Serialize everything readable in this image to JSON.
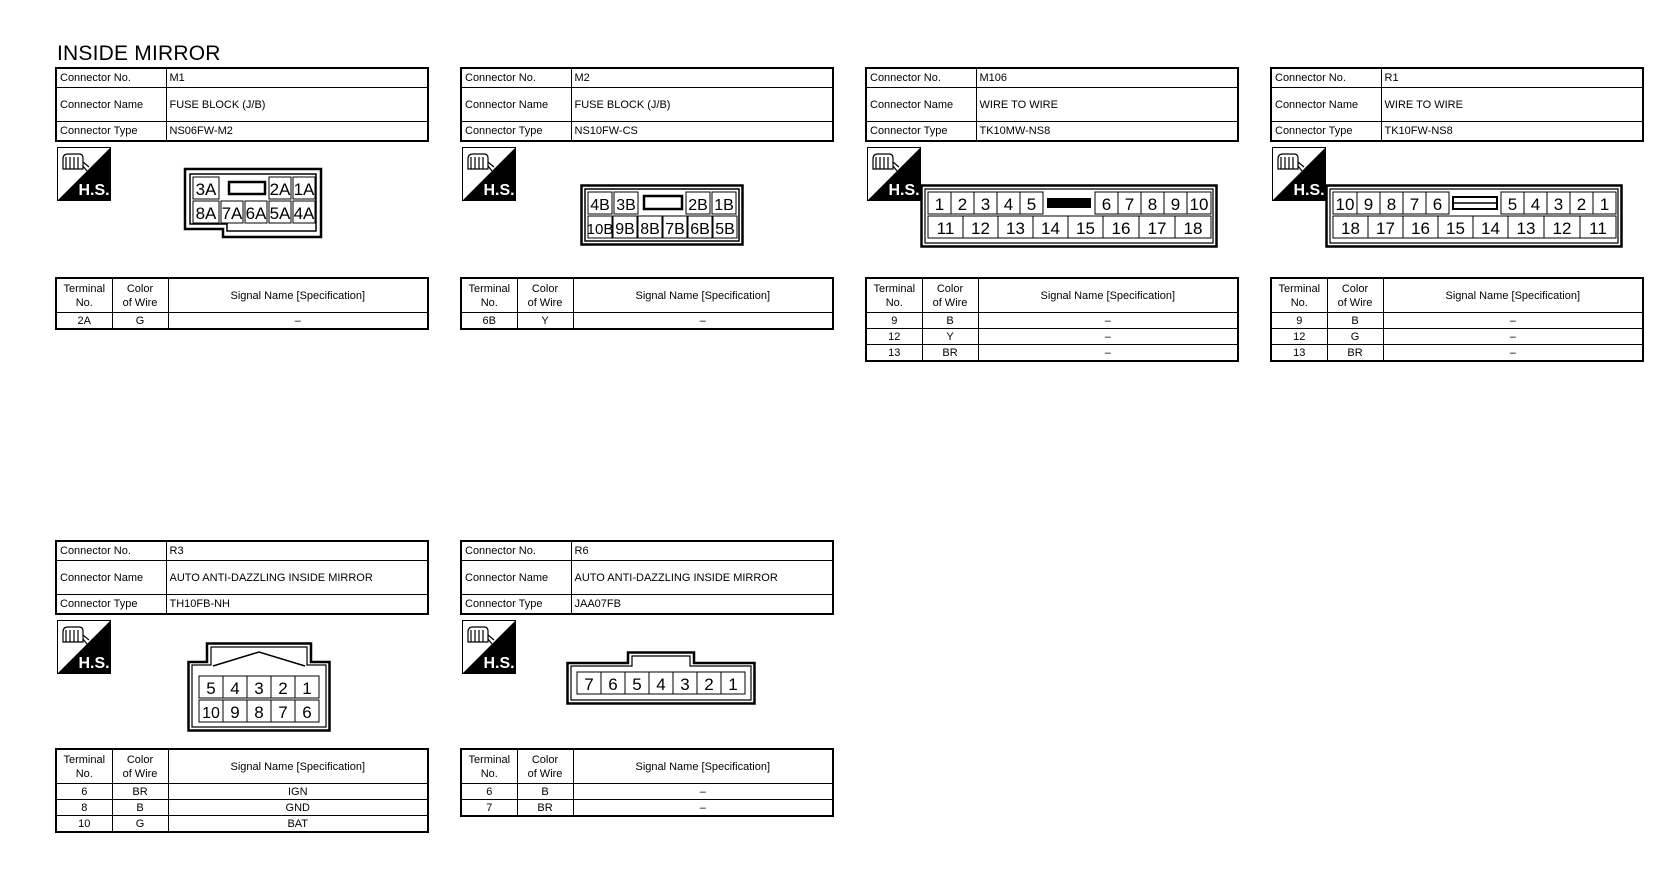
{
  "page": {
    "title": "INSIDE MIRROR"
  },
  "labels": {
    "connector_no": "Connector No.",
    "connector_name": "Connector Name",
    "connector_type": "Connector Type",
    "hs": "H.S.",
    "terminal_no_1": "Terminal",
    "terminal_no_2": "No.",
    "color_1": "Color",
    "color_2": "of Wire",
    "signal": "Signal Name [Specification]"
  },
  "connectors": [
    {
      "no": "M1",
      "name": "FUSE BLOCK (J/B)",
      "type": "NS06FW-M2",
      "terminals": [
        {
          "no": "2A",
          "color": "G",
          "signal": "–"
        }
      ]
    },
    {
      "no": "M2",
      "name": "FUSE BLOCK (J/B)",
      "type": "NS10FW-CS",
      "terminals": [
        {
          "no": "6B",
          "color": "Y",
          "signal": "–"
        }
      ]
    },
    {
      "no": "M106",
      "name": "WIRE TO WIRE",
      "type": "TK10MW-NS8",
      "terminals": [
        {
          "no": "9",
          "color": "B",
          "signal": "–"
        },
        {
          "no": "12",
          "color": "Y",
          "signal": "–"
        },
        {
          "no": "13",
          "color": "BR",
          "signal": "–"
        }
      ]
    },
    {
      "no": "R1",
      "name": "WIRE TO WIRE",
      "type": "TK10FW-NS8",
      "terminals": [
        {
          "no": "9",
          "color": "B",
          "signal": "–"
        },
        {
          "no": "12",
          "color": "G",
          "signal": "–"
        },
        {
          "no": "13",
          "color": "BR",
          "signal": "–"
        }
      ]
    },
    {
      "no": "R3",
      "name": "AUTO ANTI-DAZZLING INSIDE MIRROR",
      "type": "TH10FB-NH",
      "terminals": [
        {
          "no": "6",
          "color": "BR",
          "signal": "IGN"
        },
        {
          "no": "8",
          "color": "B",
          "signal": "GND"
        },
        {
          "no": "10",
          "color": "G",
          "signal": "BAT"
        }
      ]
    },
    {
      "no": "R6",
      "name": "AUTO ANTI-DAZZLING INSIDE MIRROR",
      "type": "JAA07FB",
      "terminals": [
        {
          "no": "6",
          "color": "B",
          "signal": "–"
        },
        {
          "no": "7",
          "color": "BR",
          "signal": "–"
        }
      ]
    }
  ],
  "pins": {
    "m1": {
      "top": [
        "3A",
        "2A",
        "1A"
      ],
      "bottom": [
        "8A",
        "7A",
        "6A",
        "5A",
        "4A"
      ]
    },
    "m2": {
      "top": [
        "4B",
        "3B",
        "2B",
        "1B"
      ],
      "bottom": [
        "10B",
        "9B",
        "8B",
        "7B",
        "6B",
        "5B"
      ]
    },
    "m106": {
      "top": [
        "1",
        "2",
        "3",
        "4",
        "5",
        "6",
        "7",
        "8",
        "9",
        "10"
      ],
      "bottom": [
        "11",
        "12",
        "13",
        "14",
        "15",
        "16",
        "17",
        "18"
      ]
    },
    "r1": {
      "top": [
        "10",
        "9",
        "8",
        "7",
        "6",
        "5",
        "4",
        "3",
        "2",
        "1"
      ],
      "bottom": [
        "18",
        "17",
        "16",
        "15",
        "14",
        "13",
        "12",
        "11"
      ]
    },
    "r3": {
      "top": [
        "5",
        "4",
        "3",
        "2",
        "1"
      ],
      "bottom": [
        "10",
        "9",
        "8",
        "7",
        "6"
      ]
    },
    "r6": {
      "top": [
        "7",
        "6",
        "5",
        "4",
        "3",
        "2",
        "1"
      ]
    }
  }
}
